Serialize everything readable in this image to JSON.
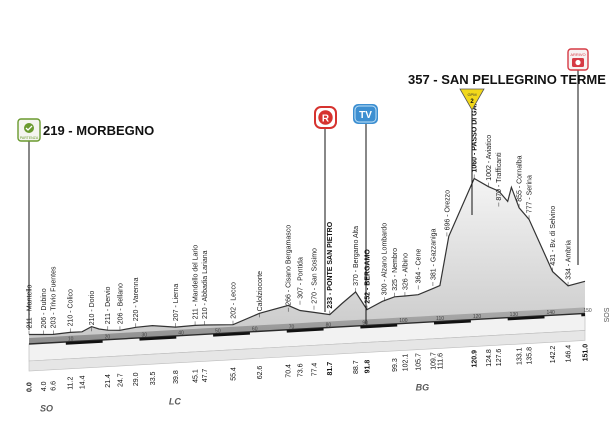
{
  "chart_data": {
    "type": "area",
    "title": "",
    "start": {
      "label": "219 - MORBEGNO"
    },
    "finish": {
      "label": "357 - SAN PELLEGRINO TERME"
    },
    "km_range": [
      0,
      151
    ],
    "ele_range": [
      150,
      1100
    ],
    "profile": [
      [
        0,
        211
      ],
      [
        4,
        206
      ],
      [
        6.6,
        203
      ],
      [
        11.2,
        210
      ],
      [
        14.4,
        210
      ],
      [
        17,
        240
      ],
      [
        19,
        222
      ],
      [
        21.4,
        211
      ],
      [
        24.7,
        206
      ],
      [
        29,
        220
      ],
      [
        33.5,
        225
      ],
      [
        39.8,
        207
      ],
      [
        45.1,
        211
      ],
      [
        47.7,
        210
      ],
      [
        55.4,
        202
      ],
      [
        62.6,
        266
      ],
      [
        70.4,
        307
      ],
      [
        73.6,
        270
      ],
      [
        77.4,
        253
      ],
      [
        81.7,
        233
      ],
      [
        85,
        300
      ],
      [
        88.7,
        370
      ],
      [
        91.8,
        252
      ],
      [
        96,
        300
      ],
      [
        99.3,
        325
      ],
      [
        102.1,
        326
      ],
      [
        105.7,
        330
      ],
      [
        109.7,
        364
      ],
      [
        111.6,
        381
      ],
      [
        114,
        696
      ],
      [
        120.9,
        1060
      ],
      [
        124.8,
        1002
      ],
      [
        127.6,
        970
      ],
      [
        130,
        900
      ],
      [
        131,
        990
      ],
      [
        133.1,
        855
      ],
      [
        135.8,
        777
      ],
      [
        142.2,
        431
      ],
      [
        146.4,
        334
      ],
      [
        151,
        357
      ]
    ],
    "places": [
      {
        "km": 0,
        "ele": 211,
        "name": "211 - Mantello"
      },
      {
        "km": 4,
        "ele": 206,
        "name": "206 - Dubino"
      },
      {
        "km": 6.6,
        "ele": 203,
        "name": "203 - Trivio Fuentes"
      },
      {
        "km": 11.2,
        "ele": 210,
        "name": "210 - Colico"
      },
      {
        "km": 17,
        "ele": 210,
        "name": "210 - Dorio"
      },
      {
        "km": 21.4,
        "ele": 211,
        "name": "211 - Dervio"
      },
      {
        "km": 24.7,
        "ele": 206,
        "name": "206 - Bellano"
      },
      {
        "km": 29,
        "ele": 220,
        "name": "220 - Varenna"
      },
      {
        "km": 39.8,
        "ele": 207,
        "name": "207 - Lierna"
      },
      {
        "km": 45.1,
        "ele": 211,
        "name": "211 - Mandello del Lario"
      },
      {
        "km": 47.7,
        "ele": 210,
        "name": "210 - Abbadia Lariana"
      },
      {
        "km": 55.4,
        "ele": 202,
        "name": "202 - Lecco"
      },
      {
        "km": 62.6,
        "ele": 0,
        "name": "Calolziocorte"
      },
      {
        "km": 70.4,
        "ele": 266,
        "name": "266 - Cisano Bergamasco"
      },
      {
        "km": 73.6,
        "ele": 307,
        "name": "307 - Pontida"
      },
      {
        "km": 77.4,
        "ele": 270,
        "name": "270 - San Sosimo"
      },
      {
        "km": 81.7,
        "ele": 233,
        "name": "233 - PONTE SAN PIETRO",
        "bold": true
      },
      {
        "km": 88.7,
        "ele": 370,
        "name": "370 - Bergamo Alta"
      },
      {
        "km": 91.8,
        "ele": 252,
        "name": "252 - BERGAMO",
        "bold": true
      },
      {
        "km": 96.5,
        "ele": 300,
        "name": "300 - Alzano Lombardo"
      },
      {
        "km": 99.3,
        "ele": 325,
        "name": "325 - Nembro"
      },
      {
        "km": 102.1,
        "ele": 326,
        "name": "326 - Albino"
      },
      {
        "km": 105.7,
        "ele": 364,
        "name": "364 - Cene"
      },
      {
        "km": 109.7,
        "ele": 381,
        "name": "381 - Gazzaniga"
      },
      {
        "km": 113.5,
        "ele": 696,
        "name": "696 - Orezzo"
      },
      {
        "km": 120.9,
        "ele": 1060,
        "name": "1060 - PASSO DI GANDA",
        "bold": true
      },
      {
        "km": 124.8,
        "ele": 1002,
        "name": "1002 - Aviatico"
      },
      {
        "km": 127.6,
        "ele": 870,
        "name": "870 - Trafficanti"
      },
      {
        "km": 133.1,
        "ele": 855,
        "name": "855 - Cornalba"
      },
      {
        "km": 135.8,
        "ele": 777,
        "name": "777 - Serina"
      },
      {
        "km": 142.2,
        "ele": 431,
        "name": "431 - Bv. di Selvino"
      },
      {
        "km": 146.4,
        "ele": 334,
        "name": "334 - Ambria"
      }
    ],
    "km_labels": [
      {
        "km": 0,
        "text": "0.0",
        "bold": true
      },
      {
        "km": 4,
        "text": "4.0"
      },
      {
        "km": 6.6,
        "text": "6.6"
      },
      {
        "km": 11.2,
        "text": "11.2"
      },
      {
        "km": 14.4,
        "text": "14.4"
      },
      {
        "km": 21.4,
        "text": "21.4"
      },
      {
        "km": 24.7,
        "text": "24.7"
      },
      {
        "km": 29,
        "text": "29.0"
      },
      {
        "km": 33.5,
        "text": "33.5"
      },
      {
        "km": 39.8,
        "text": "39.8"
      },
      {
        "km": 45.1,
        "text": "45.1"
      },
      {
        "km": 47.7,
        "text": "47.7"
      },
      {
        "km": 55.4,
        "text": "55.4"
      },
      {
        "km": 62.6,
        "text": "62.6"
      },
      {
        "km": 70.4,
        "text": "70.4"
      },
      {
        "km": 73.6,
        "text": "73.6"
      },
      {
        "km": 77.4,
        "text": "77.4"
      },
      {
        "km": 81.7,
        "text": "81.7",
        "bold": true
      },
      {
        "km": 88.7,
        "text": "88.7"
      },
      {
        "km": 91.8,
        "text": "91.8",
        "bold": true
      },
      {
        "km": 99.3,
        "text": "99.3"
      },
      {
        "km": 102.1,
        "text": "102.1"
      },
      {
        "km": 105.7,
        "text": "105.7"
      },
      {
        "km": 109.7,
        "text": "109.7"
      },
      {
        "km": 111.6,
        "text": "111.6"
      },
      {
        "km": 120.9,
        "text": "120.9",
        "bold": true
      },
      {
        "km": 124.8,
        "text": "124.8"
      },
      {
        "km": 127.6,
        "text": "127.6"
      },
      {
        "km": 133.1,
        "text": "133.1"
      },
      {
        "km": 135.8,
        "text": "135.8"
      },
      {
        "km": 142.2,
        "text": "142.2"
      },
      {
        "km": 146.4,
        "text": "146.4"
      },
      {
        "km": 151,
        "text": "151.0",
        "bold": true
      }
    ],
    "km_ticks": [
      10,
      20,
      30,
      40,
      50,
      60,
      70,
      80,
      90,
      100,
      110,
      120,
      130,
      140,
      150
    ],
    "regions": [
      {
        "text": "SO",
        "km": 3
      },
      {
        "text": "LC",
        "km": 38
      },
      {
        "text": "BG",
        "km": 105
      }
    ],
    "end_axis_label": "SOS",
    "badges": [
      {
        "type": "traguardo-volante",
        "label": "R",
        "km": 81.7
      },
      {
        "type": "tv",
        "label": "TV",
        "km": 91.8
      },
      {
        "type": "gpm",
        "label": "GPM 2",
        "km": 120.9
      },
      {
        "type": "arrivo",
        "label": "ARRIVO",
        "km": 151
      }
    ],
    "partenza_label": "PARTENZA",
    "colors": {
      "profile_fill": "#dcdcdc",
      "profile_edge": "#9a9a9a",
      "profile_dark": "#4a4a4a",
      "road_top": "#2b2b2b",
      "tv": "#3d8fd1",
      "r": "#d6332f",
      "gpm": "#f2d81a",
      "arrivo": "#d63a44",
      "partenza": "#6a9a2e"
    }
  }
}
